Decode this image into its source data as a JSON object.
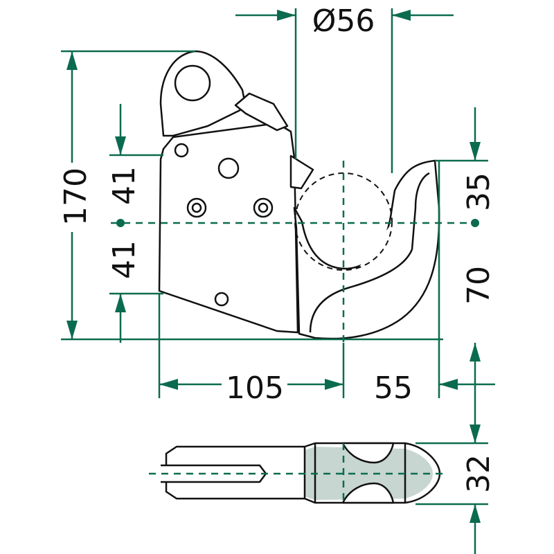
{
  "dimensions": {
    "diameter": "Ø56",
    "overall_height": "170",
    "upper_half": "41",
    "lower_half": "41",
    "hook_top": "35",
    "hook_bottom": "70",
    "body_length": "105",
    "hook_length": "55",
    "thickness": "32"
  },
  "colors": {
    "dimension_line": "#0b6b4f",
    "outline": "#111111",
    "shading": "#c7d6d0"
  }
}
